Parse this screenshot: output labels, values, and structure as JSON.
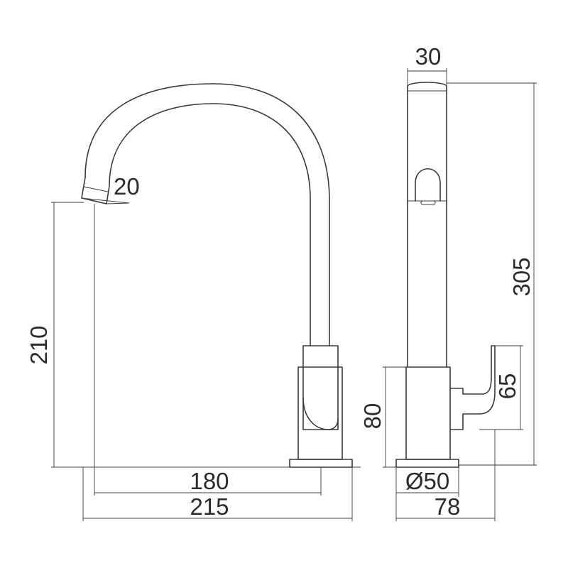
{
  "dimensions": {
    "spout_tip": "20",
    "spout_height": "210",
    "spout_reach": "180",
    "overall_length": "215",
    "body_width": "30",
    "overall_height": "305",
    "base_height": "80",
    "handle_height": "65",
    "base_diameter": "Ø50",
    "overall_depth": "78"
  }
}
